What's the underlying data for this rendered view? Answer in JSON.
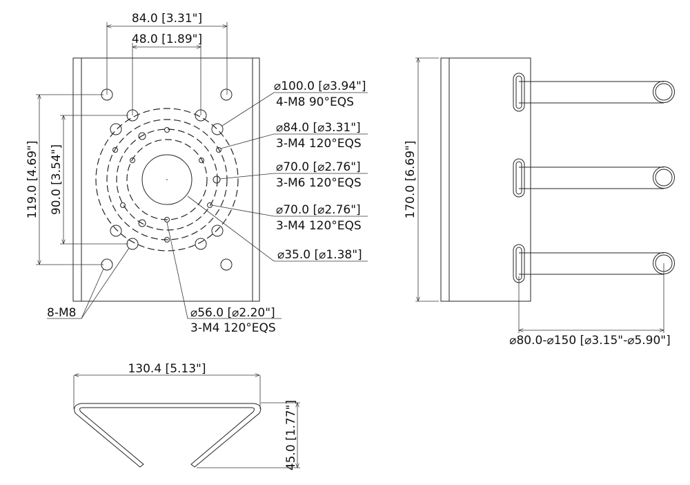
{
  "front_view": {
    "dim_top_outer": "84.0 [3.31\"]",
    "dim_top_inner": "48.0 [1.89\"]",
    "dim_left_outer": "119.0 [4.69\"]",
    "dim_left_inner": "90.0 [3.54\"]",
    "callouts": [
      {
        "diameter": "⌀100.0 [⌀3.94\"]",
        "holes": "4-M8 90°EQS"
      },
      {
        "diameter": "⌀84.0 [⌀3.31\"]",
        "holes": "3-M4 120°EQS"
      },
      {
        "diameter": "⌀70.0 [⌀2.76\"]",
        "holes": "3-M6 120°EQS"
      },
      {
        "diameter": "⌀70.0 [⌀2.76\"]",
        "holes": "3-M4 120°EQS"
      },
      {
        "diameter": "⌀35.0 [⌀1.38\"]"
      }
    ],
    "bottom_left_label": "8-M8",
    "bottom_callout": {
      "diameter": "⌀56.0 [⌀2.20\"]",
      "holes": "3-M4 120°EQS"
    }
  },
  "side_view": {
    "dim_height": "170.0 [6.69\"]",
    "dim_pole_range": "⌀80.0-⌀150 [⌀3.15\"-⌀5.90\"]"
  },
  "bottom_view": {
    "dim_width": "130.4 [5.13\"]",
    "dim_depth": "45.0 [1.77\"]"
  }
}
